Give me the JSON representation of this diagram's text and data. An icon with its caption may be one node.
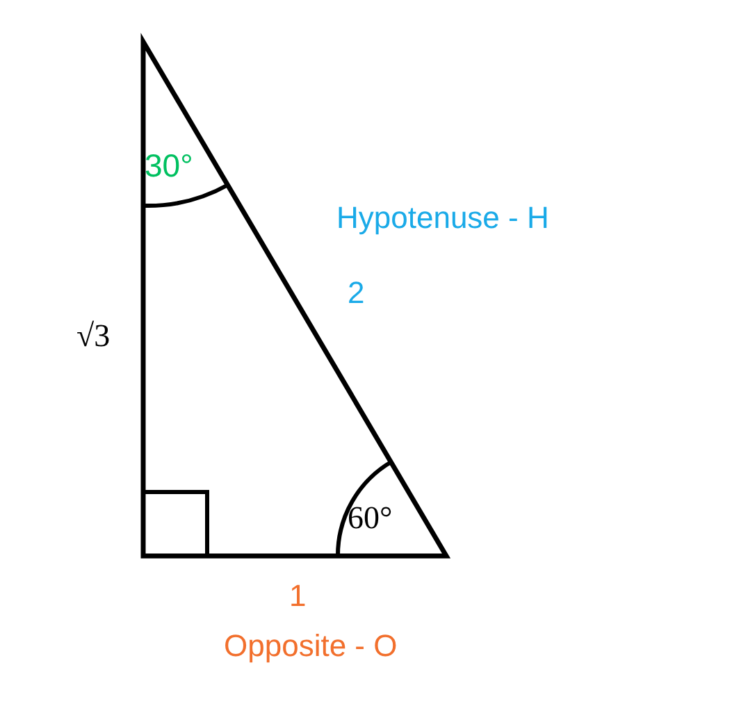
{
  "diagram": {
    "labels": [
      "30°",
      "Hypotenuse - H",
      "2",
      "√3",
      "60°",
      "1",
      "Opposite - O"
    ]
  }
}
